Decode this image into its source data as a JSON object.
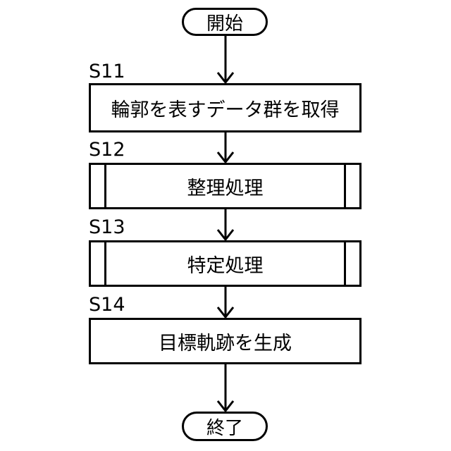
{
  "diagram": {
    "type": "flowchart",
    "background": "#ffffff",
    "line_color": "#000000",
    "start": {
      "label": "開始"
    },
    "end": {
      "label": "終了"
    },
    "steps": [
      {
        "id": "S11",
        "label": "輪郭を表すデータ群を取得",
        "shape": "process"
      },
      {
        "id": "S12",
        "label": "整理処理",
        "shape": "predefined-process"
      },
      {
        "id": "S13",
        "label": "特定処理",
        "shape": "predefined-process"
      },
      {
        "id": "S14",
        "label": "目標軌跡を生成",
        "shape": "process"
      }
    ]
  }
}
